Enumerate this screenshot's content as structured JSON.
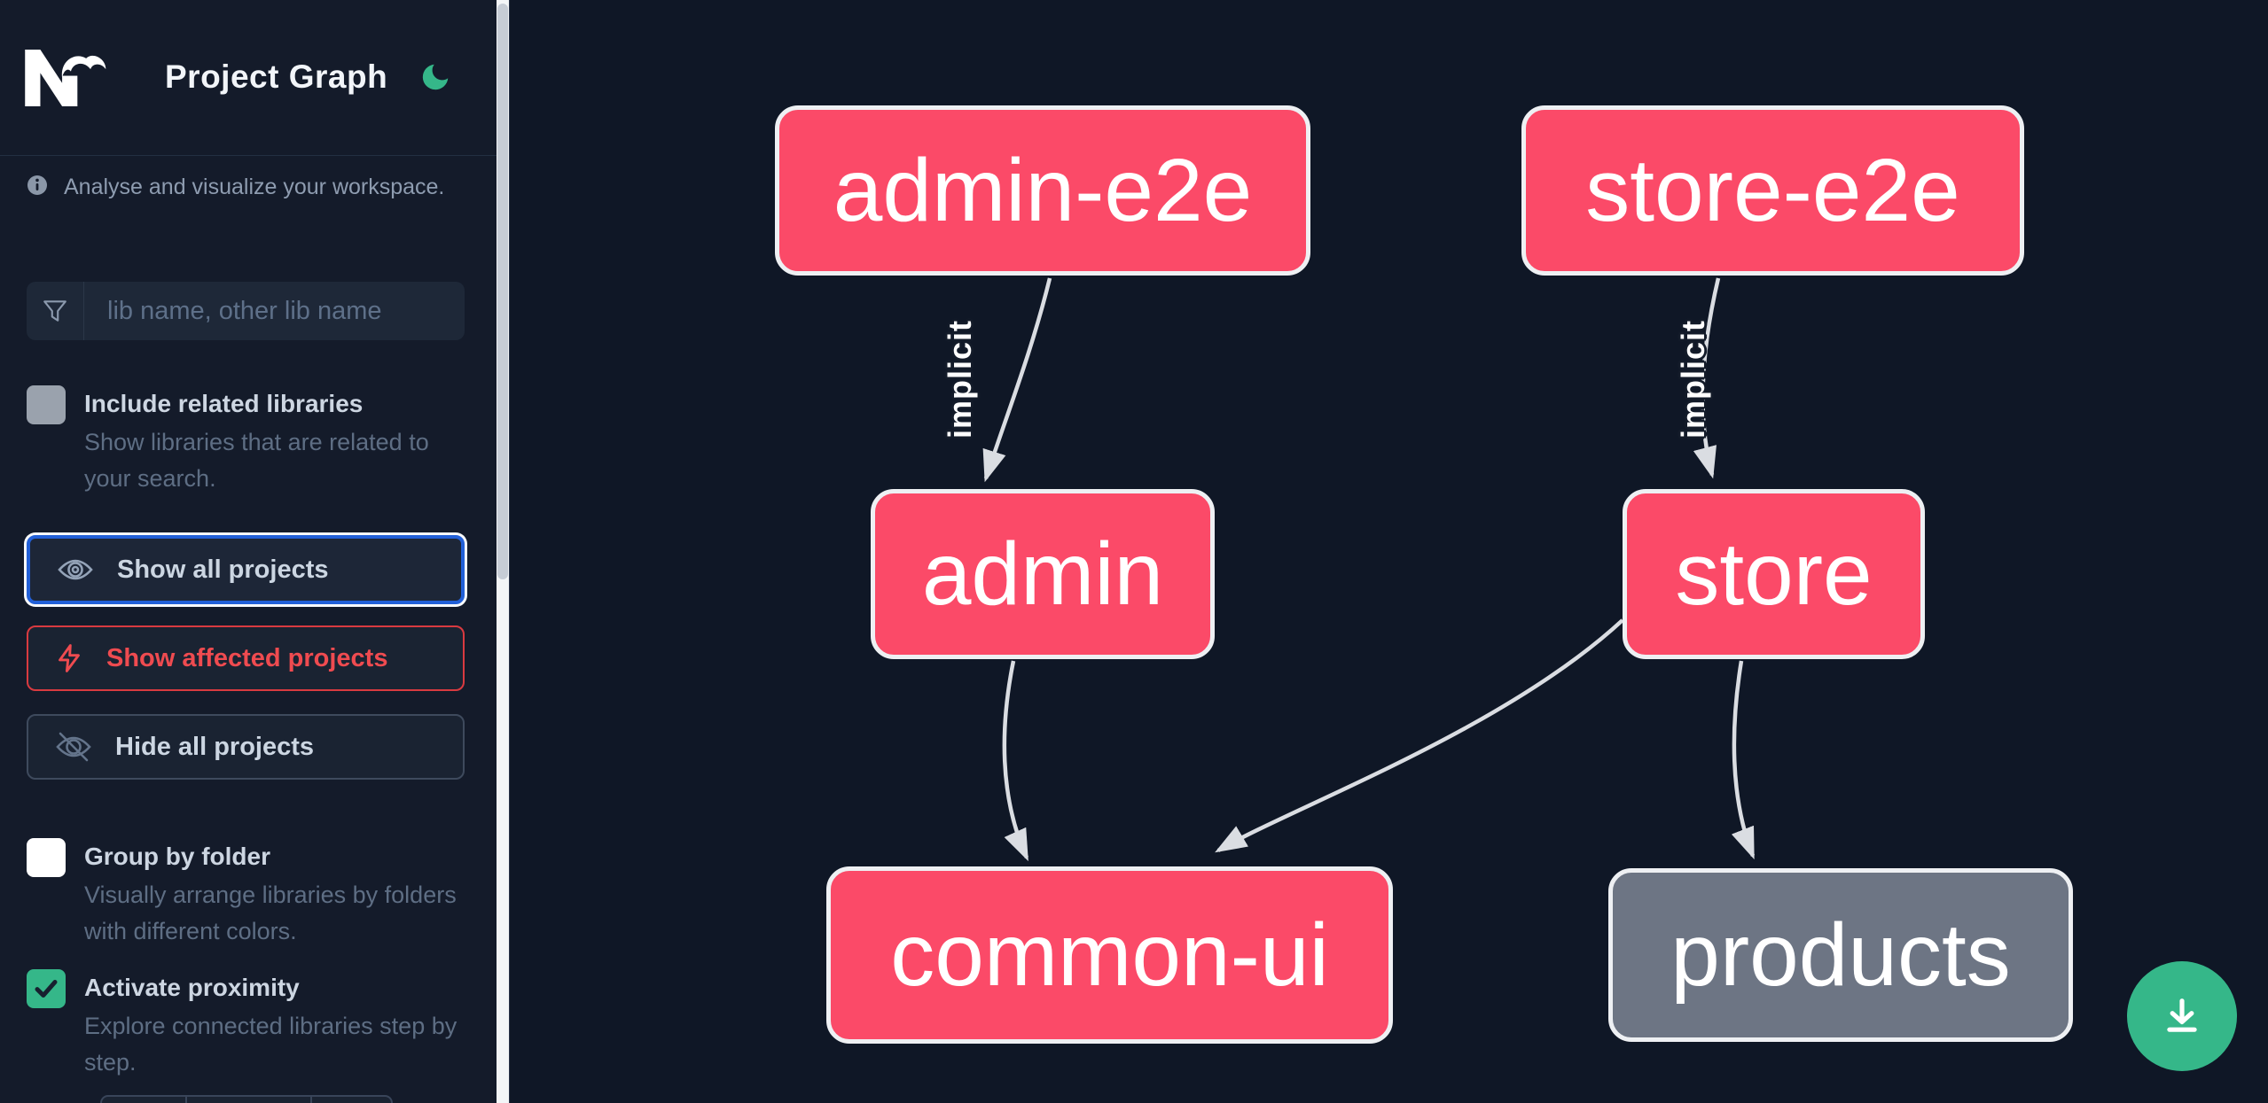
{
  "header": {
    "logo": "Nx",
    "title": "Project Graph",
    "theme_toggle": "moon-icon"
  },
  "intro": {
    "text": "Analyse and visualize your workspace."
  },
  "search": {
    "placeholder": "lib name, other lib name",
    "value": ""
  },
  "include_related": {
    "label": "Include related libraries",
    "description": "Show libraries that are related to your search.",
    "checked": false
  },
  "actions": {
    "show_all": {
      "label": "Show all projects",
      "focused": true
    },
    "show_affected": {
      "label": "Show affected projects",
      "focused": false
    },
    "hide_all": {
      "label": "Hide all projects",
      "focused": false
    }
  },
  "toggles": {
    "group_folder": {
      "label": "Group by folder",
      "description": "Visually arrange libraries by folders with different colors.",
      "checked": false
    },
    "proximity": {
      "label": "Activate proximity",
      "description": "Explore connected libraries step by step.",
      "checked": true
    }
  },
  "graph": {
    "nodes": [
      {
        "id": "admin-e2e",
        "label": "admin-e2e",
        "style": "pink"
      },
      {
        "id": "store-e2e",
        "label": "store-e2e",
        "style": "pink"
      },
      {
        "id": "admin",
        "label": "admin",
        "style": "pink"
      },
      {
        "id": "store",
        "label": "store",
        "style": "pink"
      },
      {
        "id": "common-ui",
        "label": "common-ui",
        "style": "pink"
      },
      {
        "id": "products",
        "label": "products",
        "style": "gray"
      }
    ],
    "edges": [
      {
        "source": "admin-e2e",
        "target": "admin",
        "label": "implicit"
      },
      {
        "source": "store-e2e",
        "target": "store",
        "label": "implicit"
      },
      {
        "source": "admin",
        "target": "common-ui",
        "label": ""
      },
      {
        "source": "store",
        "target": "common-ui",
        "label": ""
      },
      {
        "source": "store",
        "target": "products",
        "label": ""
      }
    ]
  },
  "fab": {
    "icon": "download-icon"
  },
  "colors": {
    "sidebar_bg": "#141b2a",
    "canvas_bg": "#0f1726",
    "node_pink": "#fb4a68",
    "node_gray": "#6d7584",
    "node_border": "#eef0f3",
    "edge": "#dadde2",
    "accent_green": "#35b789",
    "focus_blue": "#2260d8",
    "alert_red": "#ef4b50"
  }
}
